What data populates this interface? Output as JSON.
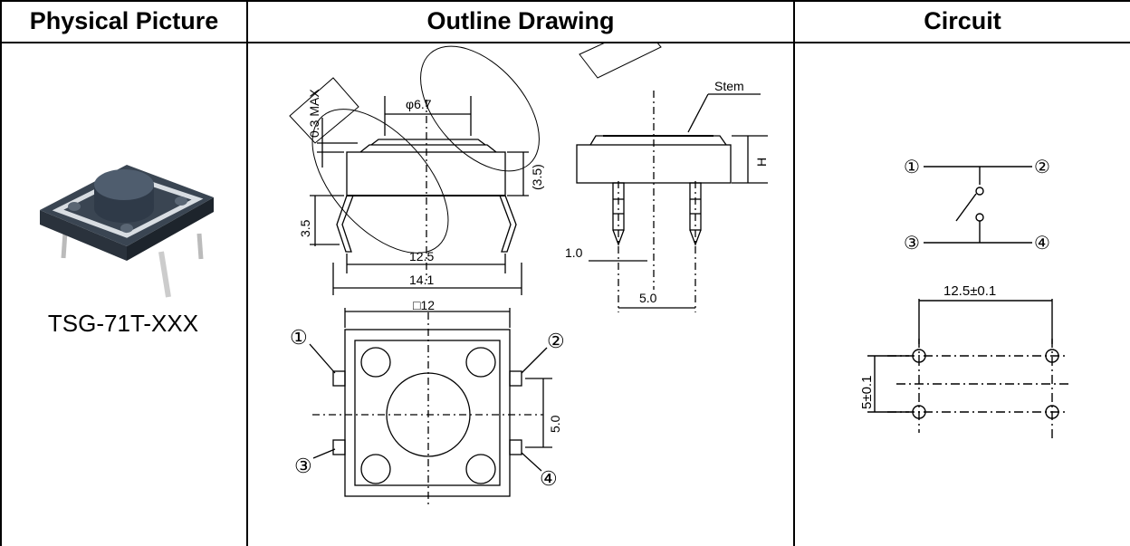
{
  "headers": {
    "physical": "Physical Picture",
    "outline": "Outline Drawing",
    "circuit": "Circuit"
  },
  "part_number": "TSG-71T-XXX",
  "outline": {
    "dim_max": "0.3 MAX",
    "dim_phi": "φ6.7",
    "stem_label": "Stem",
    "dim_h": "H",
    "dim_35_paren": "(3.5)",
    "dim_35": "3.5",
    "dim_125": "12.5",
    "dim_141": "14.1",
    "dim_10": "1.0",
    "dim_50_side": "5.0",
    "dim_sq12": "□12",
    "dim_50_front": "5.0",
    "pin1": "①",
    "pin2": "②",
    "pin3": "③",
    "pin4": "④"
  },
  "circuit": {
    "pin1": "①",
    "pin2": "②",
    "pin3": "③",
    "pin4": "④",
    "dim_pitch_x": "12.5±0.1",
    "dim_pitch_y": "5±0.1"
  }
}
